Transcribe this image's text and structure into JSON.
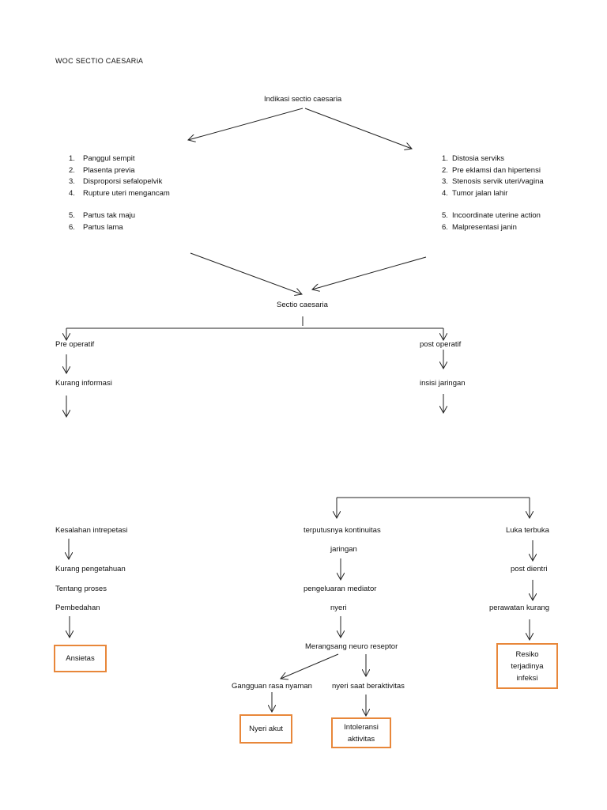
{
  "title": "WOC SECTIO CAESARiA",
  "top_node": "Indikasi sectio caesaria",
  "left_list": [
    {
      "num": "1.",
      "text": "Panggul sempit"
    },
    {
      "num": "2.",
      "text": "Plasenta previa"
    },
    {
      "num": "3.",
      "text": "Disproporsi sefalopelvik"
    },
    {
      "num": "4.",
      "text": "Rupture uteri mengancam"
    },
    {
      "num": "5.",
      "text": "Partus tak maju"
    },
    {
      "num": "6.",
      "text": "Partus lama"
    }
  ],
  "right_list": [
    {
      "num": "1.",
      "text": "Distosia serviks"
    },
    {
      "num": "2.",
      "text": "Pre eklamsi dan hipertensi"
    },
    {
      "num": "3.",
      "text": "Stenosis servik uteri/vagina"
    },
    {
      "num": "4.",
      "text": "Tumor jalan lahir"
    },
    {
      "num": "5.",
      "text": "Incoordinate uterine action"
    },
    {
      "num": "6.",
      "text": "Malpresentasi janin"
    }
  ],
  "center_node": "Sectio caesaria",
  "pre_op": {
    "label": "Pre operatif",
    "step1": "Kurang informasi",
    "step2": "Kesalahan intrepetasi",
    "step3_lines": [
      "Kurang pengetahuan",
      "Tentang proses",
      "Pembedahan"
    ],
    "outcome": "Ansietas"
  },
  "post_op": {
    "label": "post operatif",
    "step1": "insisi jaringan"
  },
  "middle_branch": {
    "line1": "terputusnya kontinuitas",
    "line2": "jaringan",
    "step2": "pengeluaran mediator",
    "step3": "nyeri",
    "step4": "Merangsang neuro reseptor",
    "left_leaf": "Gangguan rasa nyaman",
    "right_leaf": "nyeri saat beraktivitas",
    "left_outcome": "Nyeri akut",
    "right_outcome_lines": [
      "Intoleransi",
      "aktivitas"
    ]
  },
  "right_branch": {
    "step1": "Luka terbuka",
    "step2": "post dientri",
    "step3": "perawatan kurang",
    "outcome_lines": [
      "Resiko",
      "terjadinya",
      "infeksi"
    ]
  },
  "colors": {
    "outcome_border": "#e8873a",
    "line": "#222222"
  }
}
